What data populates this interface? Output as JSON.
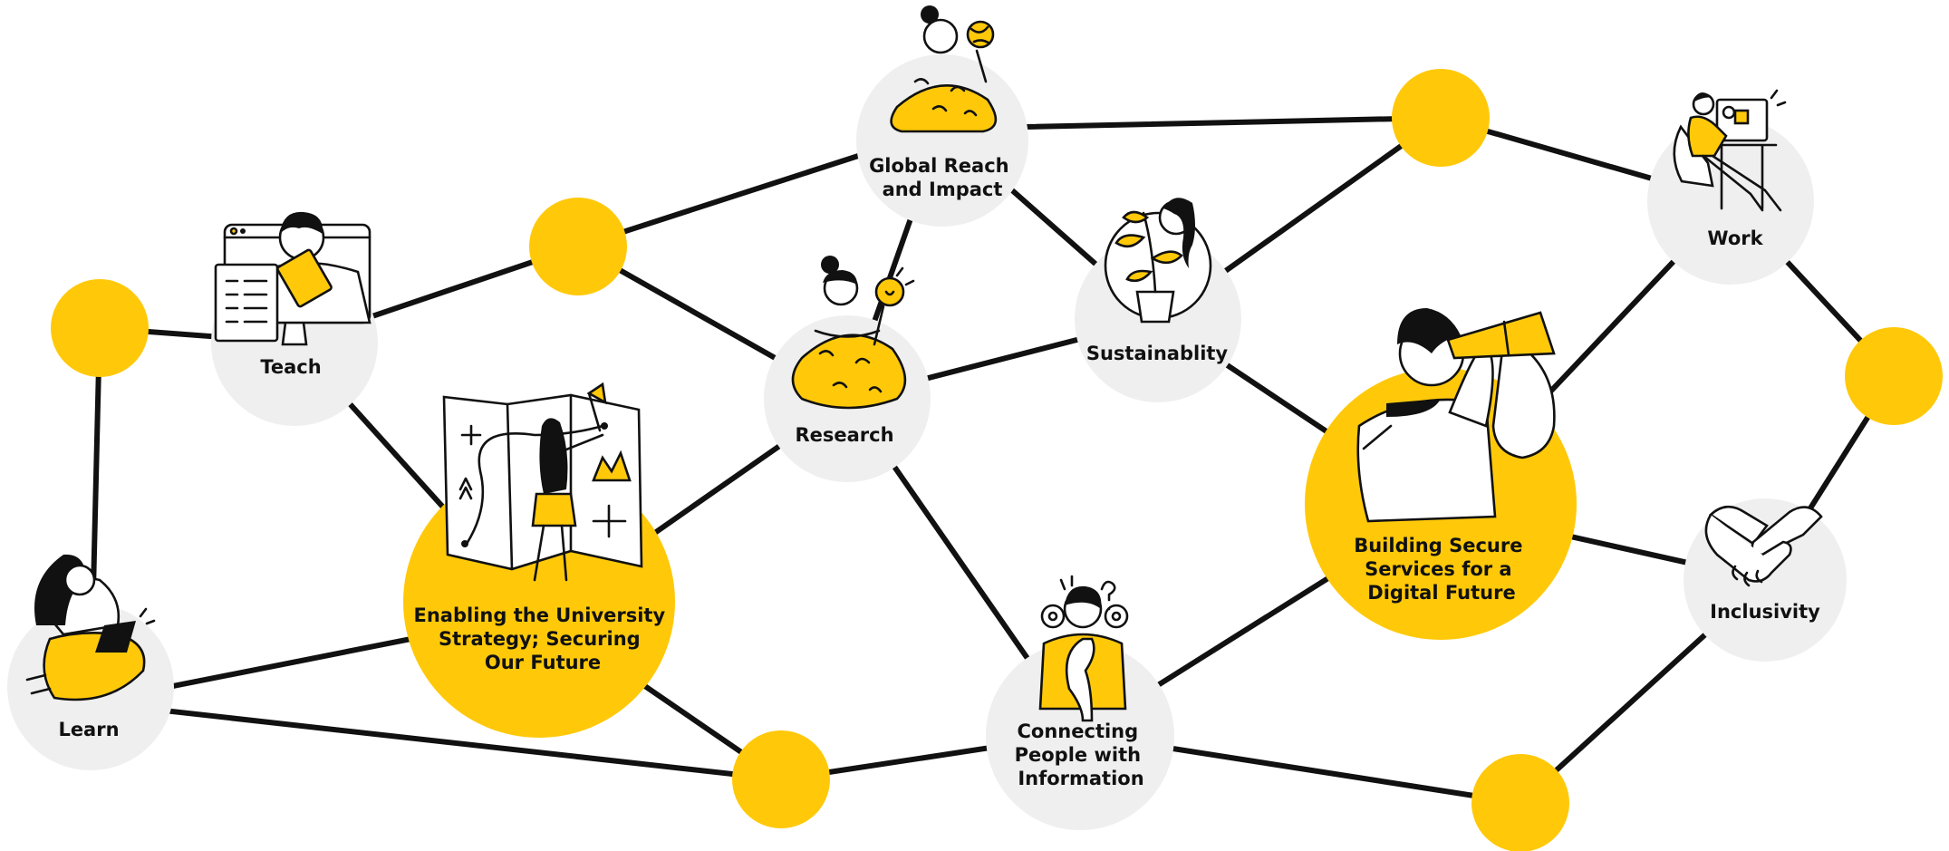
{
  "colors": {
    "accent": "#ffc90a",
    "node_gray": "#efefef",
    "line": "#111111",
    "background": "#ffffff"
  },
  "nodes": {
    "global_reach": {
      "label_lines": [
        "Global Reach",
        "and Impact"
      ],
      "icon": "woman-holding-globe-icon"
    },
    "teach": {
      "label_lines": [
        "Teach"
      ],
      "icon": "teacher-screen-icon"
    },
    "research": {
      "label_lines": [
        "Research"
      ],
      "icon": "woman-lightbulb-icon"
    },
    "sustainability": {
      "label_lines": [
        "Sustainablity"
      ],
      "icon": "woman-plant-icon"
    },
    "work": {
      "label_lines": [
        "Work"
      ],
      "icon": "person-at-desk-icon"
    },
    "enabling": {
      "label_lines": [
        "Enabling the University",
        "Strategy; Securing",
        "Our Future"
      ],
      "icon": "woman-map-icon"
    },
    "building": {
      "label_lines": [
        "Building Secure",
        "Services for a",
        "Digital Future"
      ],
      "icon": "man-telescope-icon"
    },
    "learn": {
      "label_lines": [
        "Learn"
      ],
      "icon": "woman-laptop-icon"
    },
    "connecting": {
      "label_lines": [
        "Connecting",
        "People with",
        "Information"
      ],
      "icon": "thinking-person-icon"
    },
    "inclusivity": {
      "label_lines": [
        "Inclusivity"
      ],
      "icon": "handshake-icon"
    }
  }
}
